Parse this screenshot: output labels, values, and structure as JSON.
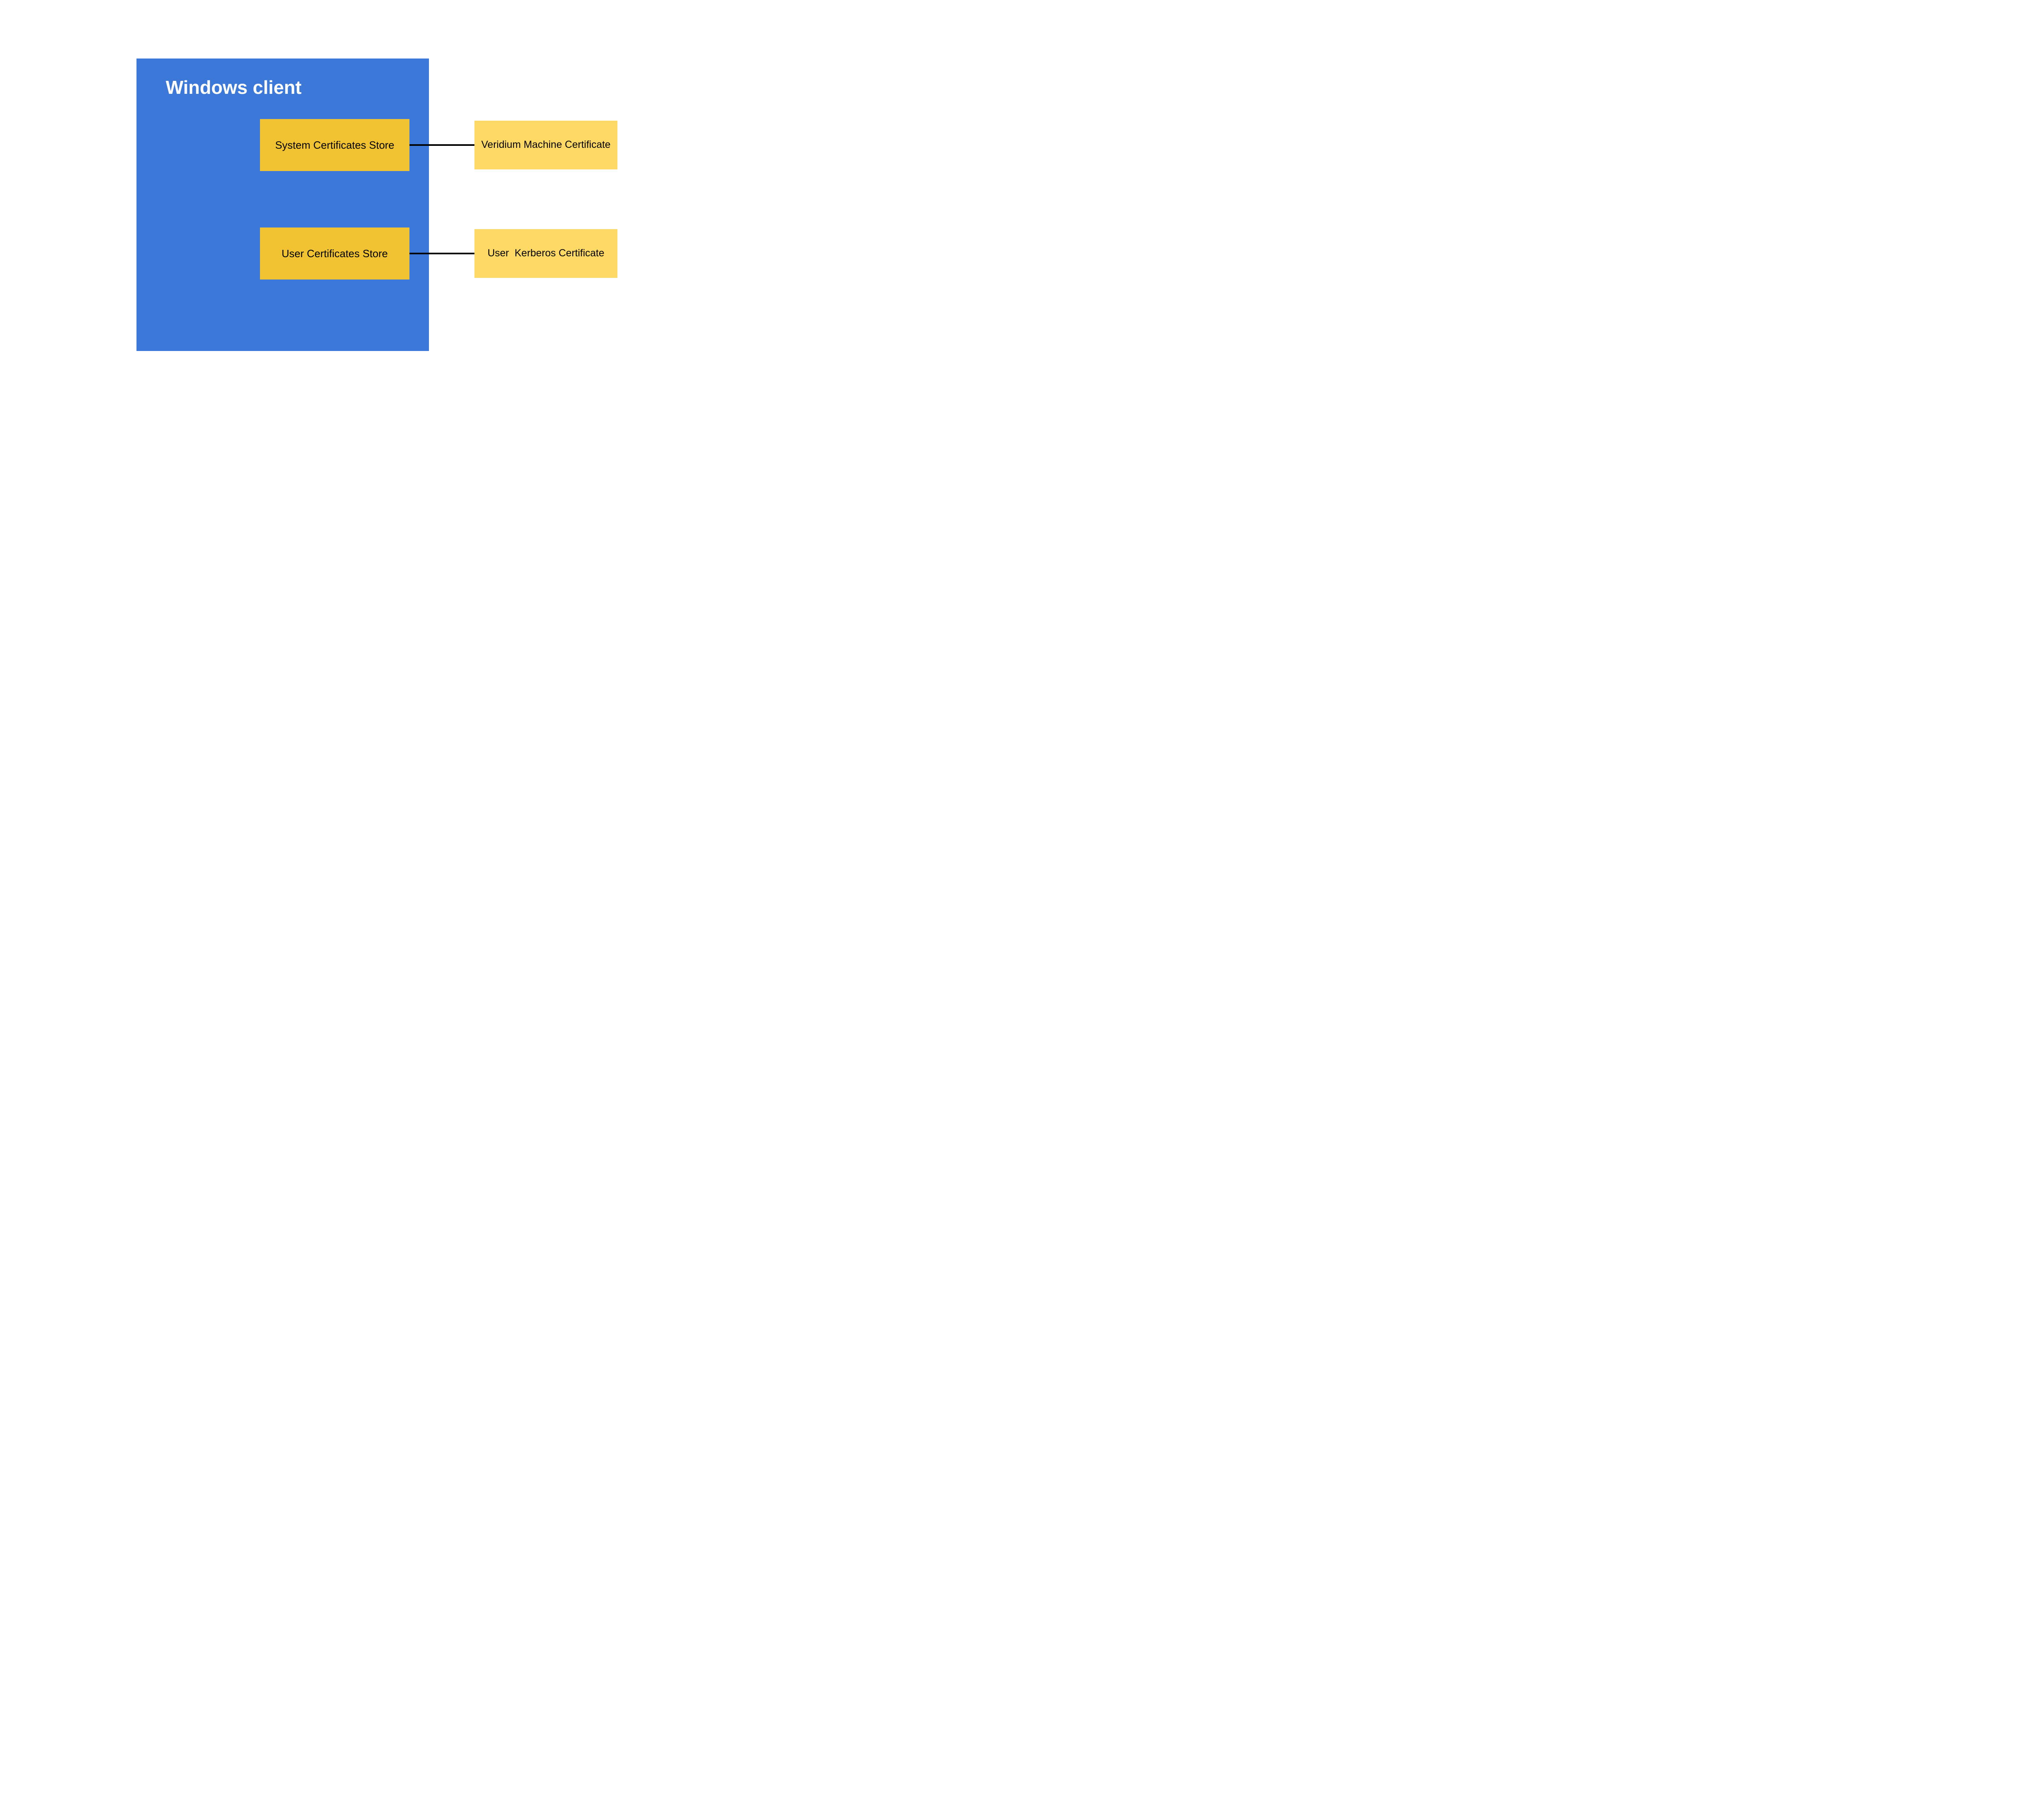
{
  "diagram": {
    "title": "Windows client certificate stores diagram",
    "colors": {
      "canvas_background": "#ffffff",
      "container_fill": "#3c78d8",
      "container_text": "#ffffff",
      "store_fill": "#f1c232",
      "certificate_fill": "#ffd966",
      "node_text": "#000000",
      "connector": "#000000"
    },
    "container": {
      "label": "Windows client"
    },
    "nodes": [
      {
        "id": "system-certificates-store",
        "label": "System Certificates Store",
        "parent": "Windows client"
      },
      {
        "id": "user-certificates-store",
        "label": "User Certificates Store",
        "parent": "Windows client"
      },
      {
        "id": "veridium-machine-certificate",
        "label": "Veridium Machine Certificate",
        "parent": null
      },
      {
        "id": "user-kerberos-certificate",
        "label": "User  Kerberos Certificate",
        "parent": null
      }
    ],
    "connectors": [
      {
        "from": "system-certificates-store",
        "to": "veridium-machine-certificate"
      },
      {
        "from": "user-certificates-store",
        "to": "user-kerberos-certificate"
      }
    ]
  }
}
